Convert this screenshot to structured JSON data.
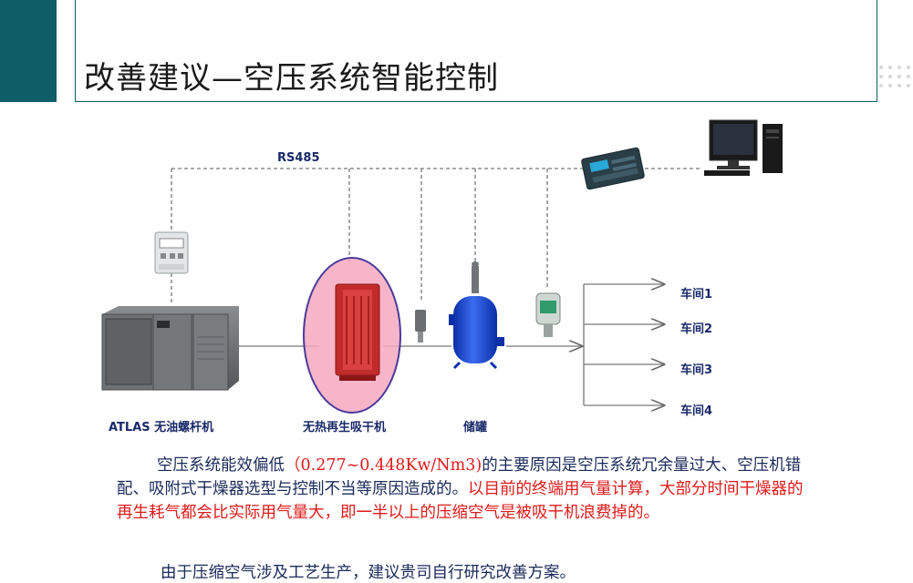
{
  "title": "改善建议—空压系统智能控制",
  "diagram": {
    "bus_label": "RS485",
    "compressor_label": "ATLAS 无油螺杆机",
    "dryer_label": "无热再生吸干机",
    "tank_label": "储罐",
    "workshops": [
      "车间1",
      "车间2",
      "车间3",
      "车间4"
    ],
    "colors": {
      "dryer_highlight": "#f4a8c0",
      "dryer_outline": "#4a3a9a",
      "tank_blue": "#1f4fd8",
      "text_navy": "#1a2a6a"
    }
  },
  "paragraph1": {
    "part1": "空压系统能效偏低",
    "part2": "（0.277~0.448Kw/Nm3)",
    "part3": "的主要原因是空压系统冗余量过大、空压机错配、吸附式干燥器选型与控制不当等原因造成的。",
    "part4": "以目前的终端用气量计算，大部分时间干燥器的再生耗气都会比实际用气量大，即一半以上的压缩空气是被吸干机浪费掉的。"
  },
  "paragraph2": "由于压缩空气涉及工艺生产，建议贵司自行研究改善方案。"
}
